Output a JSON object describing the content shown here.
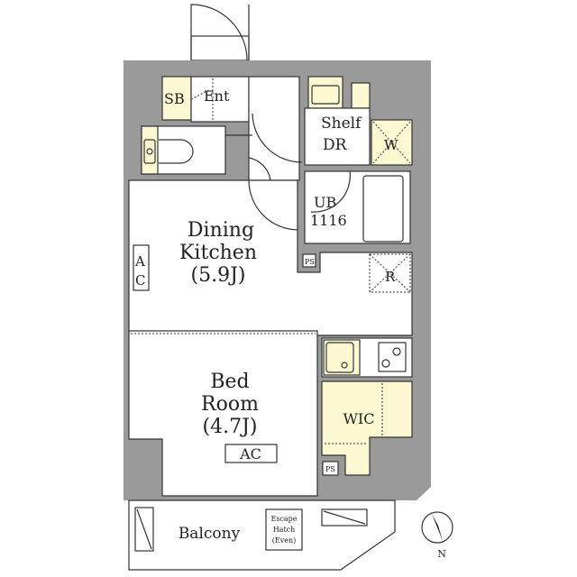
{
  "rooms": {
    "sb": "SB",
    "ent": "Ent",
    "shelf": "Shelf",
    "dr": "DR",
    "w": "W",
    "ub": "UB",
    "ub_size": "1116",
    "ps": "PS",
    "r": "R",
    "dining_line1": "Dining",
    "dining_line2": "Kitchen",
    "dining_size": "(5.9J)",
    "ac_a": "A",
    "ac_c": "C",
    "bed_line1": "Bed",
    "bed_line2": "Room",
    "bed_size": "(4.7J)",
    "bed_ac": "AC",
    "wic": "WIC",
    "ps2": "PS",
    "balcony": "Balcony",
    "escape1": "Escape",
    "escape2": "Hatch",
    "escape3": "(Even)"
  },
  "compass": {
    "label": "N"
  }
}
